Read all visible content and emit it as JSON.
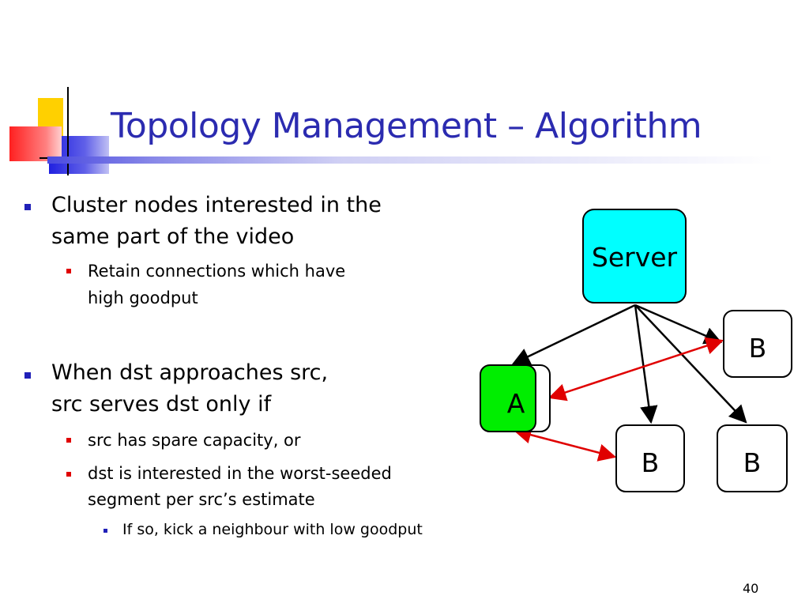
{
  "slide": {
    "title": "Topology Management – Algorithm",
    "page_number": "40",
    "bullets": [
      {
        "level": 1,
        "text": "Cluster nodes interested in the"
      },
      {
        "level": 1,
        "text": "same part of the video"
      },
      {
        "level": 2,
        "text": "Retain connections which have"
      },
      {
        "level": 2,
        "text": "high goodput"
      },
      {
        "level": 1,
        "text": "When dst approaches src,"
      },
      {
        "level": 1,
        "text": "src serves dst only if"
      },
      {
        "level": 2,
        "text": "src has spare capacity, or"
      },
      {
        "level": 2,
        "text": "dst is interested in the worst-seeded"
      },
      {
        "level": 2,
        "text": "segment per src’s estimate"
      },
      {
        "level": 3,
        "text": "If so, kick a neighbour with low goodput"
      }
    ]
  },
  "diagram": {
    "nodes": {
      "server": "Server",
      "a": "A",
      "b_top": "B",
      "b_mid": "B",
      "b_right": "B"
    },
    "colors": {
      "server_fill": "#00ffff",
      "a_fill": "#00ee00",
      "b_fill": "#ffffff",
      "server_arrow": "#000000",
      "peer_arrow": "#e00000",
      "title": "#2b2bb0",
      "l1_marker": "#2020b8",
      "l2_marker": "#e00000"
    }
  }
}
